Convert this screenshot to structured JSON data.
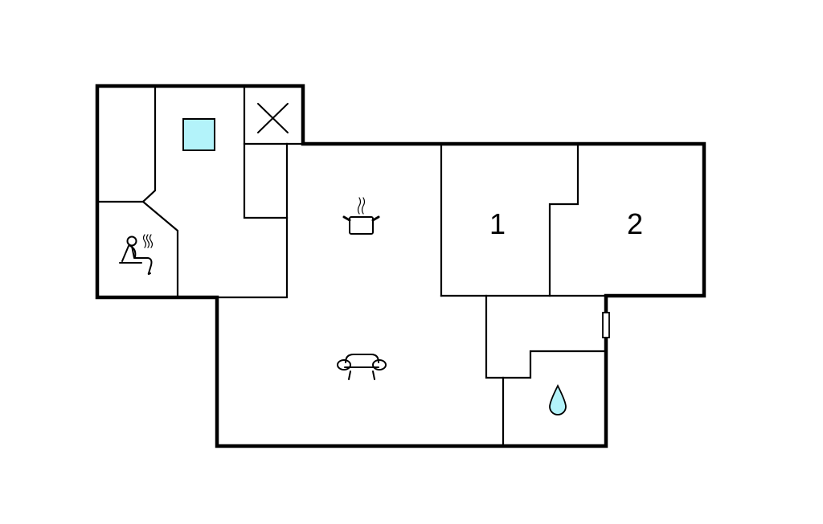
{
  "floorplan": {
    "rooms": [
      {
        "id": "bedroom-1",
        "label": "1"
      },
      {
        "id": "bedroom-2",
        "label": "2"
      }
    ],
    "icons": [
      "sauna-icon",
      "skylight-icon",
      "void-x-icon",
      "cooking-pot-icon",
      "sofa-icon",
      "water-drop-icon",
      "window-icon"
    ],
    "colors": {
      "wall": "#000000",
      "accent_fill": "#b3f3fa",
      "background": "#ffffff"
    }
  }
}
